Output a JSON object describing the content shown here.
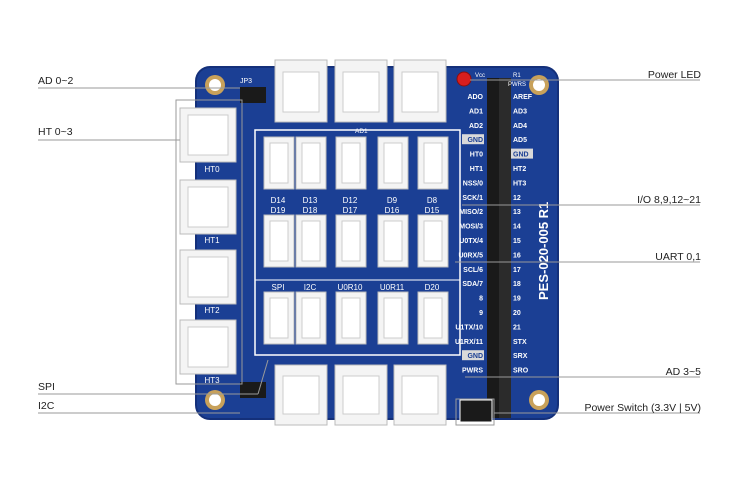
{
  "callouts": {
    "ad02": "AD 0~2",
    "ht03": "HT 0~3",
    "spi": "SPI",
    "i2c": "I2C",
    "power_led": "Power LED",
    "io": "I/O 8,9,12~21",
    "uart": "UART 0,1",
    "ad35": "AD 3~5",
    "power_switch": "Power Switch (3.3V | 5V)"
  },
  "board": {
    "model": "PES-020-005 R1",
    "jp3": "JP3",
    "ad1": "AD1",
    "vcc_label": "Vcc",
    "r1": "R1",
    "pwr_label": "PWRS",
    "ht_labels": [
      "HT0",
      "HT1",
      "HT2",
      "HT3"
    ],
    "d_top_row": [
      "D14",
      "D13",
      "D12",
      "D9",
      "D8"
    ],
    "d_mid_row": [
      "D19",
      "D18",
      "D17",
      "D16",
      "D15"
    ],
    "bus_row": [
      "SPI",
      "I2C",
      "U0R10",
      "U0R11",
      "D20"
    ],
    "mid_pins": [
      "ADO",
      "AD1",
      "AD2",
      "GND",
      "HT0",
      "HT1",
      "NSS/0",
      "SCK/1",
      "MISO/2",
      "MOSI/3",
      "U0TX/4",
      "U0RX/5",
      "SCL/6",
      "SDA/7",
      "8",
      "9",
      "U1TX/10",
      "U1RX/11",
      "GND",
      "PWRS"
    ],
    "right_pins": [
      "AREF",
      "AD3",
      "AD4",
      "AD5",
      "GND",
      "HT2",
      "HT3",
      "12",
      "13",
      "14",
      "15",
      "16",
      "17",
      "18",
      "19",
      "20",
      "21",
      "STX",
      "SRX",
      "SRO"
    ],
    "colors": {
      "board": "#1b3f94",
      "board_edge": "#14307a",
      "connector": "#f4f4f4",
      "led": "#d81e1e",
      "header": "#1a1a1a",
      "gold": "#c8a15a"
    }
  }
}
